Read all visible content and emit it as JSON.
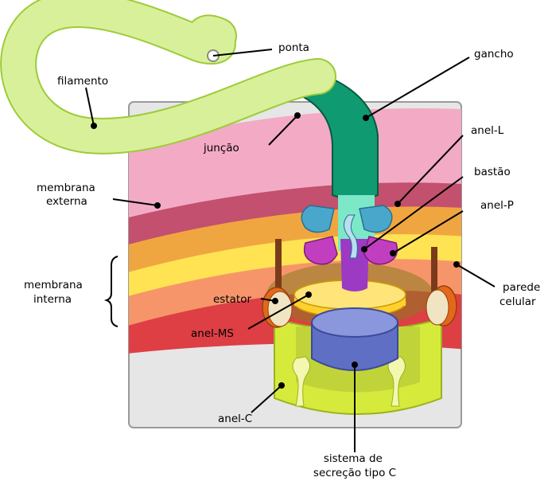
{
  "labels": {
    "ponta": "ponta",
    "gancho": "gancho",
    "filamento": "filamento",
    "juncao": "junção",
    "anel_l": "anel-L",
    "membrana_externa": [
      "membrana",
      "externa"
    ],
    "bastao": "bastão",
    "anel_p": "anel-P",
    "membrana_interna": [
      "membrana",
      "interna"
    ],
    "estator": "estator",
    "parede_celular": [
      "parede",
      "celular"
    ],
    "anel_ms": "anel-MS",
    "anel_c": "anel-C",
    "sistema_secrecao": [
      "sistema de",
      "secreção tipo C"
    ]
  },
  "colors": {
    "filament": "#d9f09a",
    "filament_stroke": "#9ccc3a",
    "hook": "#0f9a72",
    "outer_membrane": "#f3aac5",
    "peptidoglycan": "#c2506e",
    "inner_orange": "#f0a640",
    "inner_yellow": "#ffe353",
    "inner_salmon": "#f7956a",
    "inner_red": "#dd3f44",
    "cytoplasm": "#e6e6e6",
    "rod": "#7ce8c7",
    "l_ring": "#4aa7cc",
    "p_ring": "#c23ec0",
    "ms_ring": "#ffd12f",
    "c_ring": "#d6ea3c",
    "type3_system": "#7483d4",
    "stator": "#f0e4c2"
  }
}
